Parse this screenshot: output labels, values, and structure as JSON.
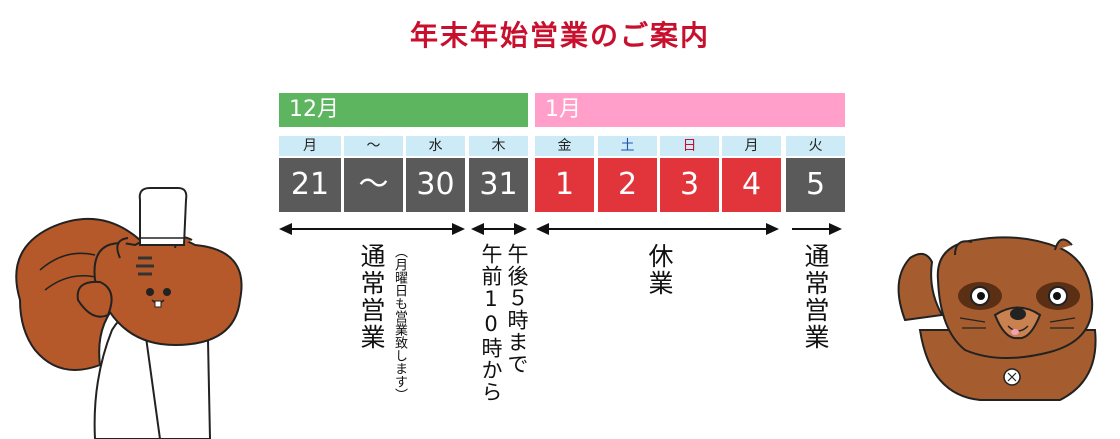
{
  "title": "年末年始営業のご案内",
  "months": {
    "dec": "12月",
    "jan": "1月"
  },
  "weekdays": [
    "月",
    "～",
    "水",
    "木",
    "金",
    "土",
    "日",
    "月",
    "火"
  ],
  "dates": [
    "21",
    "～",
    "30",
    "31",
    "1",
    "2",
    "3",
    "4",
    "5"
  ],
  "labels": {
    "regular_1": "通常営業",
    "regular_1_note": "（月曜日も営業致します）",
    "dec31_line1": "午後５時まで",
    "dec31_line2": "午前10時から",
    "holiday": "休業",
    "regular_2": "通常営業"
  },
  "colors": {
    "title": "#c8102e",
    "december_bar": "#5db55f",
    "january_bar": "#ff9fca",
    "weekday_bg": "#cdebf7",
    "normal_day": "#5a5a5a",
    "holiday_day": "#e1353b",
    "saturday_text": "#1f4fb4",
    "sunday_text": "#c8102e"
  }
}
